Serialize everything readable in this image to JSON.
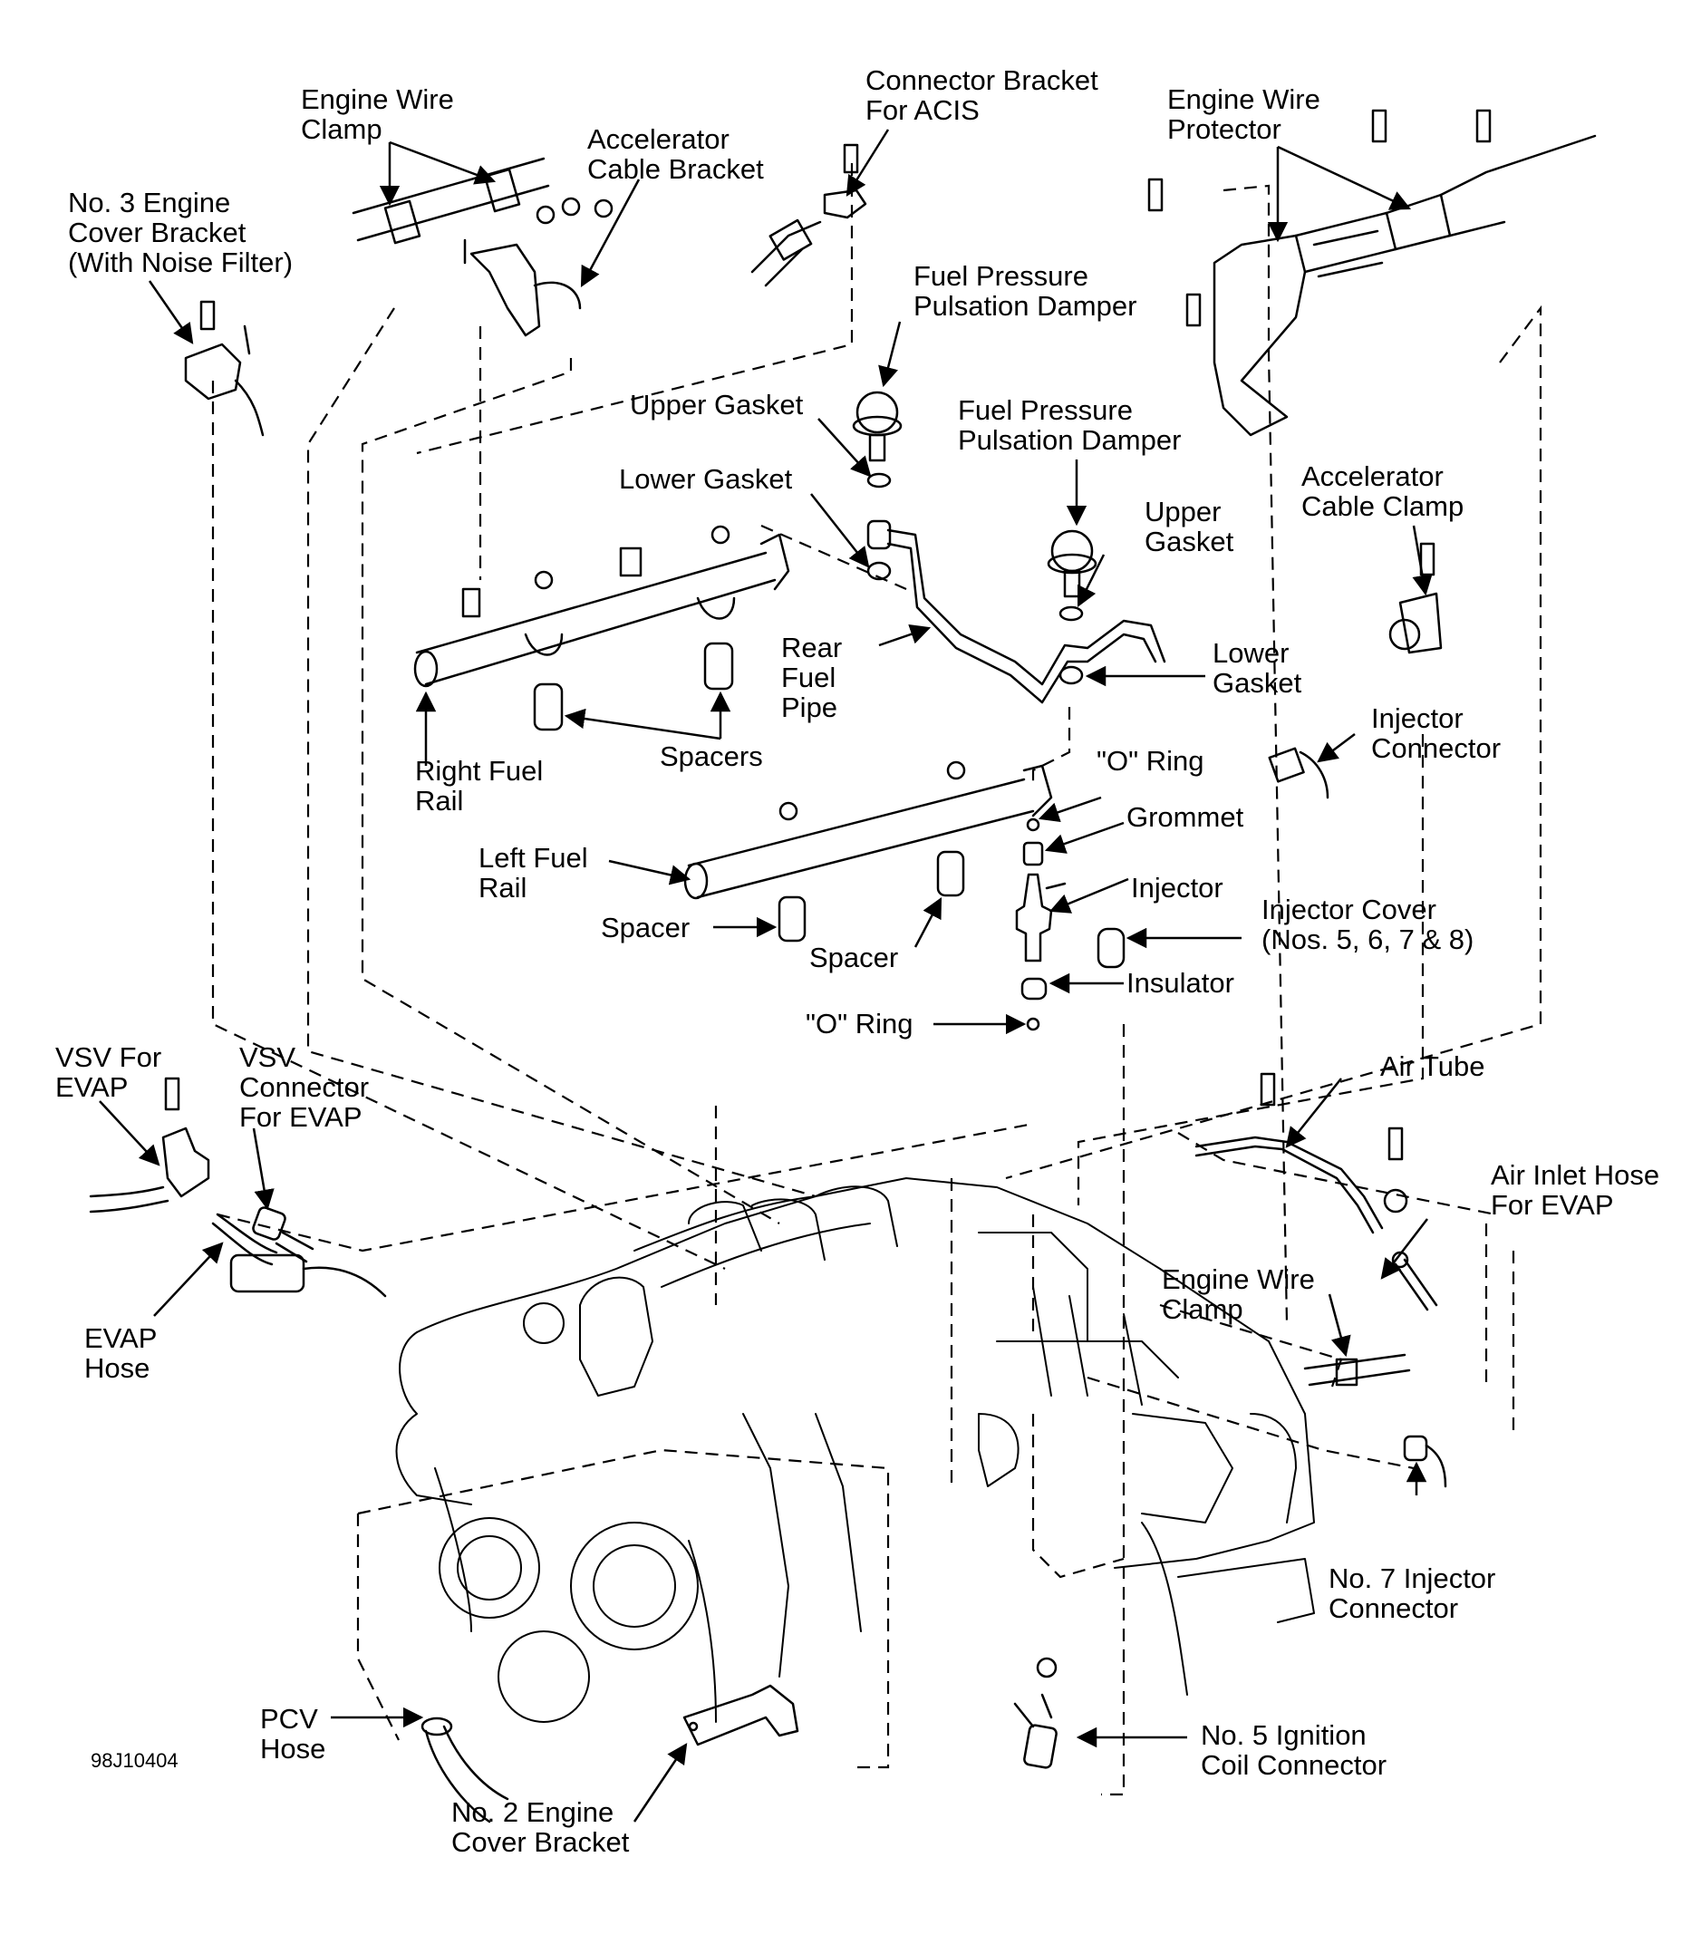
{
  "figure_code": "98J10404",
  "labels": {
    "no3_engine_cover_bracket": "No. 3 Engine\nCover Bracket\n(With Noise Filter)",
    "engine_wire_clamp_top": "Engine Wire\nClamp",
    "accelerator_cable_bracket": "Accelerator\nCable Bracket",
    "connector_bracket_acis": "Connector Bracket\nFor ACIS",
    "engine_wire_protector": "Engine Wire\nProtector",
    "fuel_pressure_damper_1": "Fuel Pressure\nPulsation Damper",
    "upper_gasket_1": "Upper Gasket",
    "lower_gasket_1": "Lower Gasket",
    "fuel_pressure_damper_2": "Fuel Pressure\nPulsation Damper",
    "upper_gasket_2": "Upper\nGasket",
    "lower_gasket_2": "Lower\nGasket",
    "accelerator_cable_clamp": "Accelerator\nCable Clamp",
    "rear_fuel_pipe": "Rear\nFuel\nPipe",
    "right_fuel_rail": "Right Fuel\nRail",
    "spacers": "Spacers",
    "o_ring_upper": "\"O\" Ring",
    "grommet": "Grommet",
    "injector_connector": "Injector\nConnector",
    "left_fuel_rail": "Left Fuel\nRail",
    "injector": "Injector",
    "injector_cover": "Injector Cover\n(Nos. 5, 6, 7 & 8)",
    "spacer_left": "Spacer",
    "spacer_right": "Spacer",
    "insulator": "Insulator",
    "o_ring_lower": "\"O\" Ring",
    "vsv_for_evap": "VSV For\nEVAP",
    "vsv_connector_evap": "VSV\nConnector\nFor EVAP",
    "air_tube": "Air Tube",
    "air_inlet_hose_evap": "Air Inlet Hose\nFor EVAP",
    "evap_hose": "EVAP\nHose",
    "engine_wire_clamp_bottom": "Engine Wire\nClamp",
    "no7_injector_connector": "No. 7 Injector\nConnector",
    "pcv_hose": "PCV\nHose",
    "no5_ignition_coil_connector": "No. 5 Ignition\nCoil Connector",
    "no2_engine_cover_bracket": "No. 2 Engine\nCover Bracket"
  }
}
